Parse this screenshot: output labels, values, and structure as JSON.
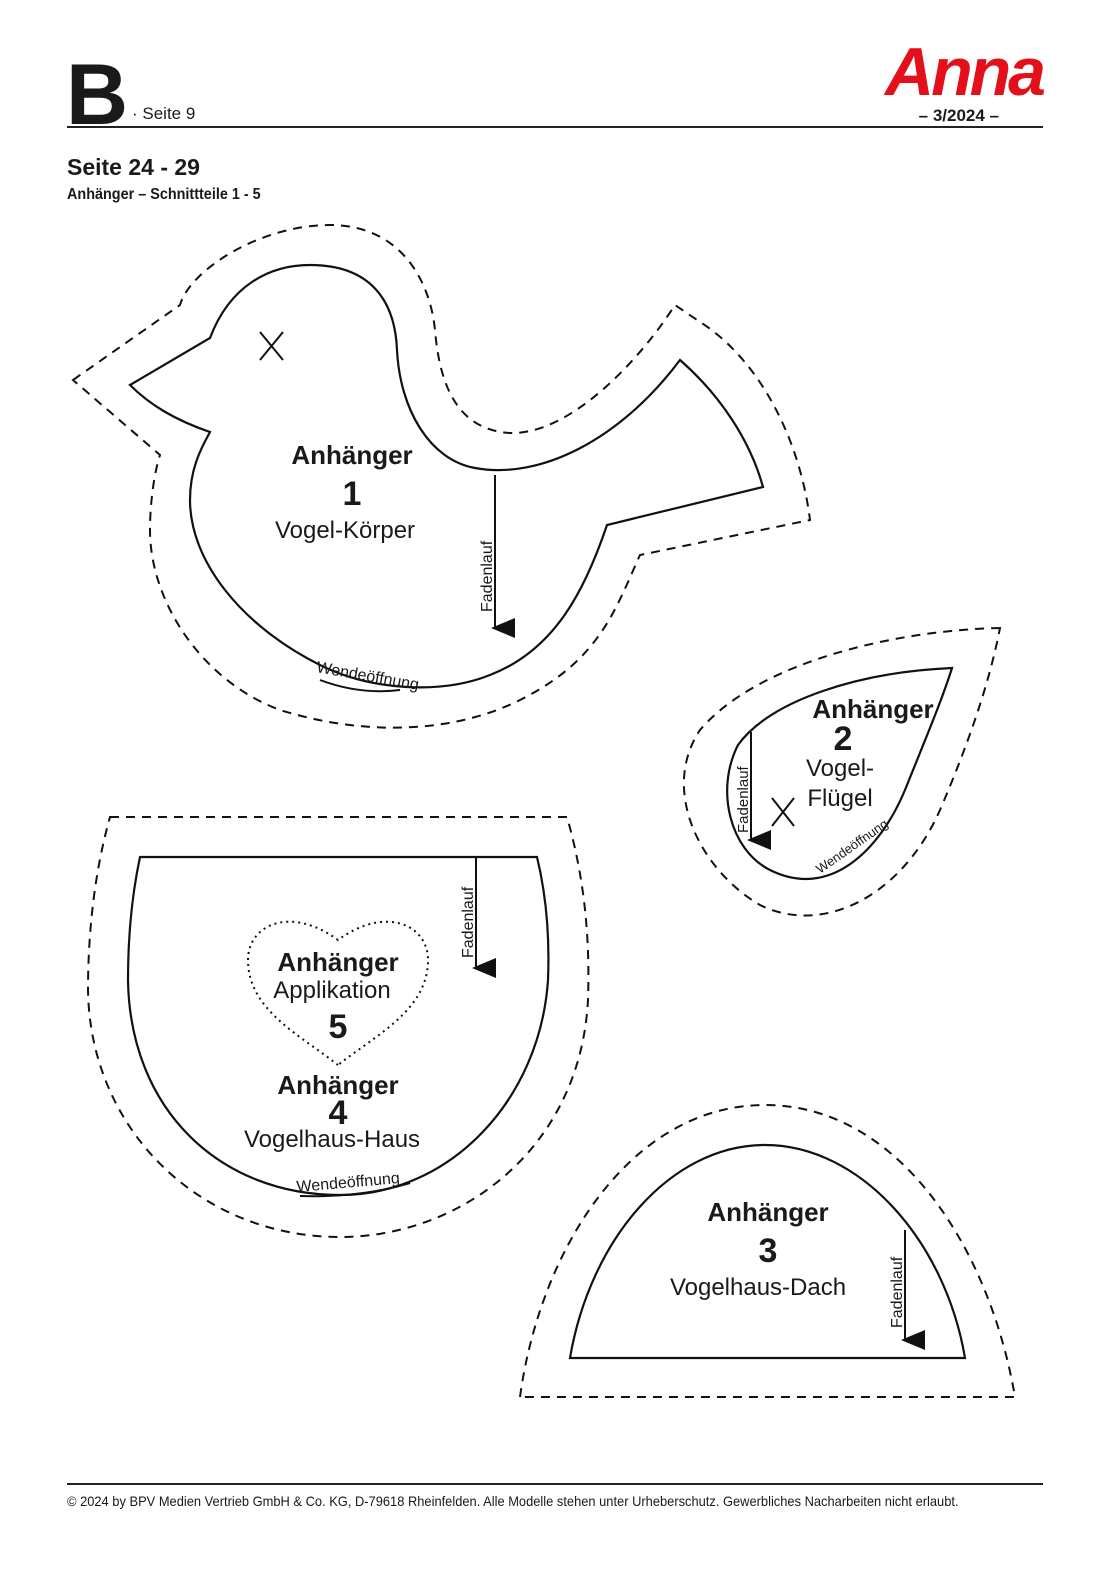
{
  "header": {
    "section_letter": "B",
    "page": "· Seite 9",
    "brand": "Anna",
    "issue": "– 3/2024 –"
  },
  "title": "Seite 24 - 29",
  "subtitle": "Anhänger – Schnittteile 1 - 5",
  "pieces": [
    {
      "label": "Anhänger",
      "number": "1",
      "name": "Vogel-Körper",
      "grain": "Fadenlauf",
      "opening": "Wendeöffnung"
    },
    {
      "label": "Anhänger",
      "number": "2",
      "name_line1": "Vogel-",
      "name_line2": "Flügel",
      "grain": "Fadenlauf",
      "opening": "Wendeöffnung"
    },
    {
      "label": "Anhänger",
      "number": "3",
      "name": "Vogelhaus-Dach",
      "grain": "Fadenlauf"
    },
    {
      "label": "Anhänger",
      "number": "4",
      "name": "Vogelhaus-Haus",
      "grain": "Fadenlauf",
      "opening": "Wendeöffnung"
    },
    {
      "label": "Anhänger",
      "sublabel": "Applikation",
      "number": "5"
    }
  ],
  "footer": "© 2024 by BPV Medien Vertrieb GmbH & Co. KG, D-79618 Rheinfelden. Alle Modelle stehen unter Urheberschutz. Gewerbliches Nacharbeiten nicht erlaubt."
}
